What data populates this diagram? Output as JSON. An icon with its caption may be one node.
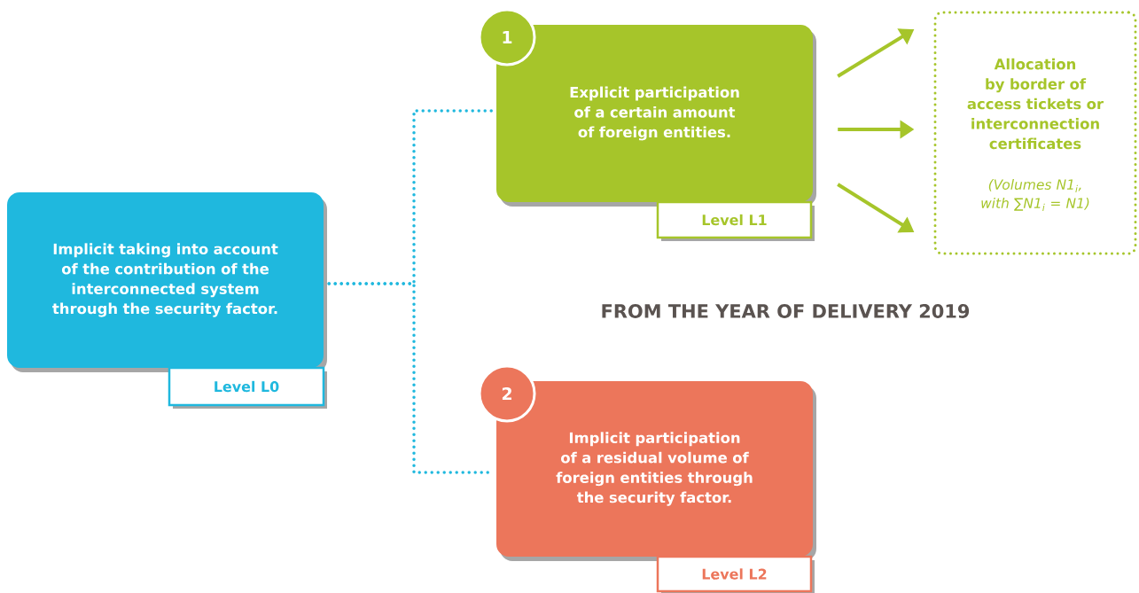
{
  "diagram": {
    "nodes": [
      {
        "text": [
          "Implicit taking into account of the contribution of the interconnected system through the security factor.",
          "Level L0"
        ]
      },
      {
        "text": [
          "1",
          "Explicit participation of a certain amount of foreign entities.",
          "Level L1"
        ]
      },
      {
        "text": [
          "2",
          "Implicit participation of a residual volume of foreign entities through the security factor.",
          "Level L2"
        ]
      },
      {
        "text": [
          "Allocation by border of access tickets or interconnection certificates",
          "(Volumes N1$_{i}$, with ∑N1$_{i}$ = N1)"
        ]
      }
    ],
    "edges": [
      {
        "from": 0,
        "to": 1,
        "arrow": "none",
        "style": "dashed",
        "color": "#1fb8de"
      },
      {
        "from": 0,
        "to": 2,
        "arrow": "none",
        "style": "dashed",
        "color": "#1fb8de"
      },
      {
        "from": 1,
        "to": 3,
        "arrow": "to",
        "color": "#a6c52a"
      },
      {
        "from": 1,
        "to": 3,
        "arrow": "to",
        "color": "#a6c52a"
      },
      {
        "from": 1,
        "to": 3,
        "arrow": "to",
        "color": "#a6c52a"
      }
    ],
    "labels": [
      "FROM THE YEAR OF DELIVERY 2019"
    ]
  }
}
